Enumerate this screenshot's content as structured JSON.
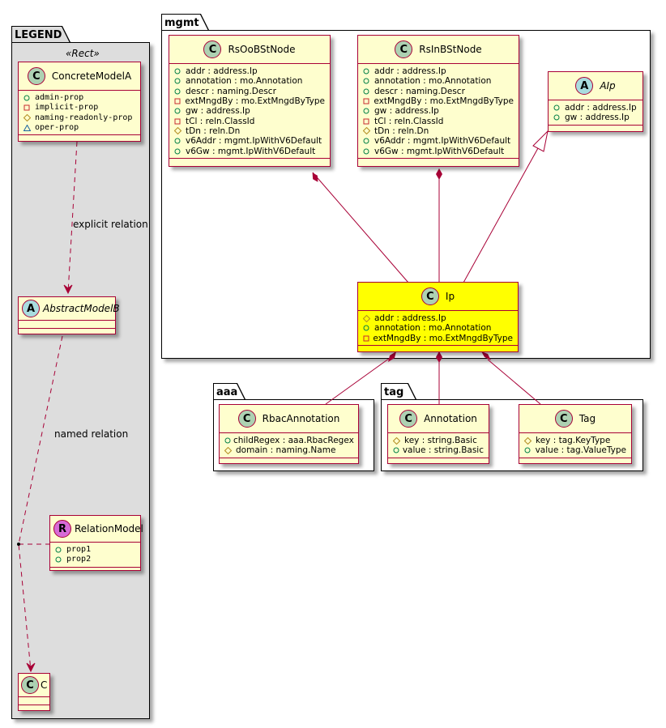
{
  "packages": {
    "legend": {
      "name": "LEGEND",
      "stereotype": "«Rect»"
    },
    "mgmt": {
      "name": "mgmt"
    },
    "aaa": {
      "name": "aaa"
    },
    "tag": {
      "name": "tag"
    }
  },
  "visibility_colors": {
    "public": "#038048",
    "private": "#c82930",
    "protected": "#b38d22",
    "package": "#1963a0"
  },
  "colors": {
    "class_fill": "#fefece",
    "class_border": "#a80036",
    "highlight_fill": "#ffff00",
    "legend_fill": "#dddddd",
    "line": "#a80036"
  },
  "legend": {
    "concrete": {
      "badge": "C",
      "name": "ConcreteModelA",
      "attrs": [
        {
          "vis": "public",
          "text": "admin-prop"
        },
        {
          "vis": "private",
          "text": "implicit-prop"
        },
        {
          "vis": "protected",
          "text": "naming-readonly-prop"
        },
        {
          "vis": "package",
          "text": "oper-prop"
        }
      ]
    },
    "abstract": {
      "badge": "A",
      "name": "AbstractModelB"
    },
    "relation": {
      "badge": "R",
      "name": "RelationModel",
      "attrs": [
        {
          "vis": "public",
          "text": "prop1"
        },
        {
          "vis": "public",
          "text": "prop2"
        }
      ]
    },
    "c": {
      "badge": "C",
      "name": "C"
    },
    "explicit_label": "explicit relation",
    "named_label": "named relation"
  },
  "classes": {
    "rsoob": {
      "badge": "C",
      "name": "RsOoBStNode",
      "attrs": [
        {
          "vis": "public",
          "text": "addr : address.Ip"
        },
        {
          "vis": "public",
          "text": "annotation : mo.Annotation"
        },
        {
          "vis": "public",
          "text": "descr : naming.Descr"
        },
        {
          "vis": "private",
          "text": "extMngdBy : mo.ExtMngdByType"
        },
        {
          "vis": "public",
          "text": "gw : address.Ip"
        },
        {
          "vis": "private",
          "text": "tCl : reln.ClassId"
        },
        {
          "vis": "protected",
          "text": "tDn : reln.Dn"
        },
        {
          "vis": "public",
          "text": "v6Addr : mgmt.IpWithV6Default"
        },
        {
          "vis": "public",
          "text": "v6Gw : mgmt.IpWithV6Default"
        }
      ]
    },
    "rsinb": {
      "badge": "C",
      "name": "RsInBStNode",
      "attrs": [
        {
          "vis": "public",
          "text": "addr : address.Ip"
        },
        {
          "vis": "public",
          "text": "annotation : mo.Annotation"
        },
        {
          "vis": "public",
          "text": "descr : naming.Descr"
        },
        {
          "vis": "private",
          "text": "extMngdBy : mo.ExtMngdByType"
        },
        {
          "vis": "public",
          "text": "gw : address.Ip"
        },
        {
          "vis": "private",
          "text": "tCl : reln.ClassId"
        },
        {
          "vis": "protected",
          "text": "tDn : reln.Dn"
        },
        {
          "vis": "public",
          "text": "v6Addr : mgmt.IpWithV6Default"
        },
        {
          "vis": "public",
          "text": "v6Gw : mgmt.IpWithV6Default"
        }
      ]
    },
    "aip": {
      "badge": "A",
      "name": "AIp",
      "attrs": [
        {
          "vis": "public",
          "text": "addr : address.Ip"
        },
        {
          "vis": "public",
          "text": "gw : address.Ip"
        }
      ]
    },
    "ip": {
      "badge": "C",
      "name": "Ip",
      "attrs": [
        {
          "vis": "protected",
          "text": "addr : address.Ip"
        },
        {
          "vis": "public",
          "text": "annotation : mo.Annotation"
        },
        {
          "vis": "private",
          "text": "extMngdBy : mo.ExtMngdByType"
        }
      ]
    },
    "rbac": {
      "badge": "C",
      "name": "RbacAnnotation",
      "attrs": [
        {
          "vis": "public",
          "text": "childRegex : aaa.RbacRegex"
        },
        {
          "vis": "protected",
          "text": "domain : naming.Name"
        }
      ]
    },
    "annotation": {
      "badge": "C",
      "name": "Annotation",
      "attrs": [
        {
          "vis": "protected",
          "text": "key : string.Basic"
        },
        {
          "vis": "public",
          "text": "value : string.Basic"
        }
      ]
    },
    "tag": {
      "badge": "C",
      "name": "Tag",
      "attrs": [
        {
          "vis": "protected",
          "text": "key : tag.KeyType"
        },
        {
          "vis": "public",
          "text": "value : tag.ValueType"
        }
      ]
    }
  }
}
